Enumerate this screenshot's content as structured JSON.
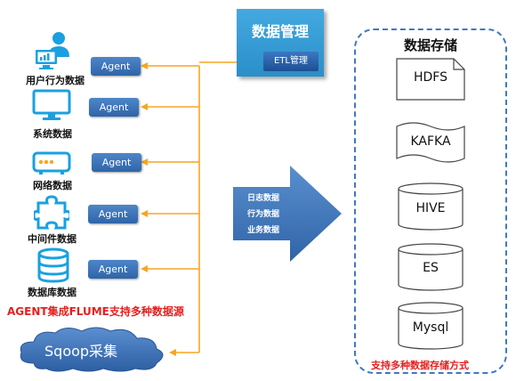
{
  "sources": [
    {
      "label": "用户行为数据",
      "icon": "user-computer-icon"
    },
    {
      "label": "系统数据",
      "icon": "monitor-icon"
    },
    {
      "label": "网络数据",
      "icon": "router-icon"
    },
    {
      "label": "中间件数据",
      "icon": "puzzle-icon"
    },
    {
      "label": "数据库数据",
      "icon": "database-icon"
    }
  ],
  "agent_label": "Agent",
  "agent_caption": "AGENT集成FLUME支持多种数据源",
  "sqoop_label": "Sqoop采集",
  "management": {
    "title": "数据管理",
    "etl_label": "ETL管理"
  },
  "arrow_items": [
    "日志数据",
    "行为数据",
    "业务数据"
  ],
  "storage": {
    "title": "数据存储",
    "items": [
      "HDFS",
      "KAFKA",
      "HIVE",
      "ES",
      "Mysql"
    ],
    "caption": "支持多种数据存储方式"
  },
  "colors": {
    "accent_blue": "#2f65a8",
    "line_orange": "#f5a623",
    "caption_red": "#e5201e"
  }
}
